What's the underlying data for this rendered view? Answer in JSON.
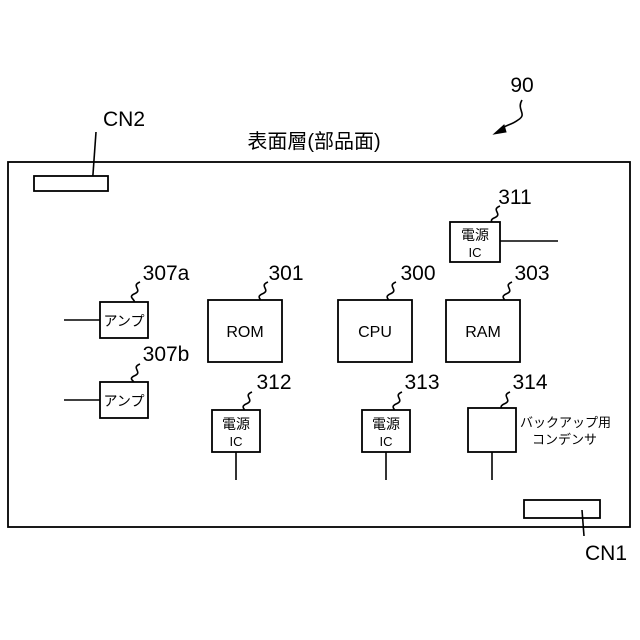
{
  "figure_ref": "90",
  "board_title": "表面層(部品面)",
  "connectors": {
    "cn2": "CN2",
    "cn1": "CN1"
  },
  "components": {
    "cpu": {
      "ref": "300",
      "label": "CPU"
    },
    "rom": {
      "ref": "301",
      "label": "ROM"
    },
    "ram": {
      "ref": "303",
      "label": "RAM"
    },
    "amp_a": {
      "ref": "307a",
      "label": "アンプ"
    },
    "amp_b": {
      "ref": "307b",
      "label": "アンプ"
    },
    "power_ic_311": {
      "ref": "311",
      "label_line1": "電源",
      "label_line2": "IC"
    },
    "power_ic_312": {
      "ref": "312",
      "label_line1": "電源",
      "label_line2": "IC"
    },
    "power_ic_313": {
      "ref": "313",
      "label_line1": "電源",
      "label_line2": "IC"
    },
    "backup_capacitor": {
      "ref": "314",
      "label_line1": "バックアップ用",
      "label_line2": "コンデンサ"
    }
  }
}
